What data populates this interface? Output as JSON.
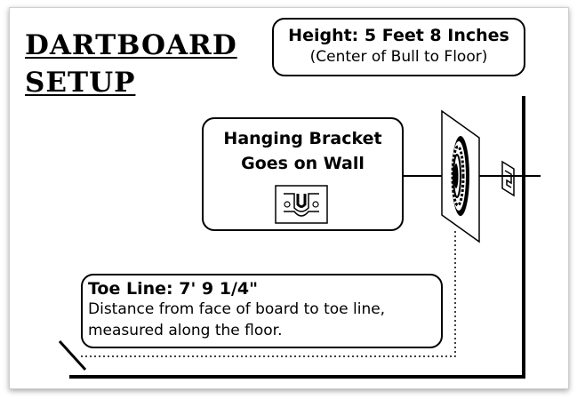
{
  "title": {
    "line1": "DARTBOARD",
    "line2": "SETUP"
  },
  "height_note": {
    "label": "Height: 5 Feet 8 Inches",
    "sub": "(Center of Bull to Floor)"
  },
  "bracket_note": {
    "line1": "Hanging Bracket",
    "line2": "Goes on Wall",
    "icon": "u-bracket-icon"
  },
  "toe_line_note": {
    "label": "Toe Line: 7' 9 1/4\"",
    "desc1": "Distance from face of board to toe line,",
    "desc2": "measured along the floor."
  }
}
